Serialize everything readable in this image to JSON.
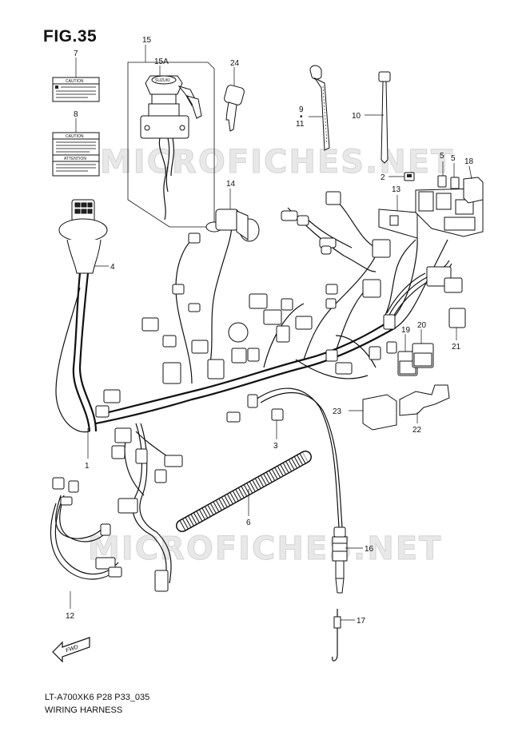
{
  "figure": {
    "title": "FIG.35",
    "model_code": "LT-A700XK6 P28 P33_035",
    "subtitle": "WIRING HARNESS"
  },
  "watermark": "MICROFICHES.NET",
  "labels": {
    "caution": "CAUTION",
    "attention": "ATTENTION",
    "fwd": "FWD",
    "key_brand": "SUZUKI"
  },
  "callouts": {
    "c1": "1",
    "c2": "2",
    "c3": "3",
    "c4": "4",
    "c5a": "5",
    "c5b": "5",
    "c6": "6",
    "c7": "7",
    "c8": "8",
    "c9": "9",
    "c_bullet": "•",
    "c11": "11",
    "c10": "10",
    "c12": "12",
    "c13": "13",
    "c14": "14",
    "c15": "15",
    "c15a": "15A",
    "c16": "16",
    "c17": "17",
    "c18": "18",
    "c19": "19",
    "c20": "20",
    "c21": "21",
    "c22": "22",
    "c23": "23",
    "c24": "24"
  }
}
